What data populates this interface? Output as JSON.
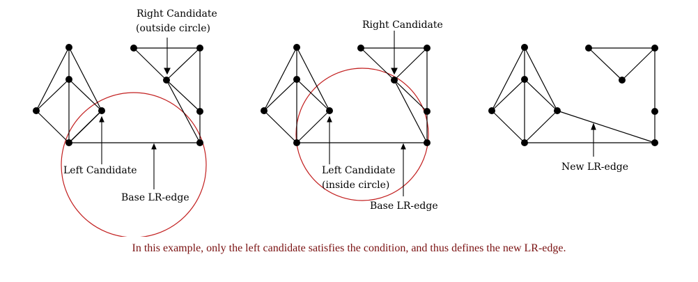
{
  "colors": {
    "edge": "#000000",
    "node": "#000000",
    "circle": "#c21f1f",
    "caption": "#7a1212"
  },
  "panel1": {
    "right_candidate_line1": "Right Candidate",
    "right_candidate_line2": "(outside circle)",
    "left_candidate": "Left Candidate",
    "base_edge": "Base LR-edge"
  },
  "panel2": {
    "right_candidate": "Right Candidate",
    "left_candidate_line1": "Left Candidate",
    "left_candidate_line2": "(inside circle)",
    "base_edge": "Base LR-edge"
  },
  "panel3": {
    "new_edge": "New LR-edge"
  },
  "caption": "In this example, only the left candidate satisfies the condition, and thus defines the new LR-edge."
}
